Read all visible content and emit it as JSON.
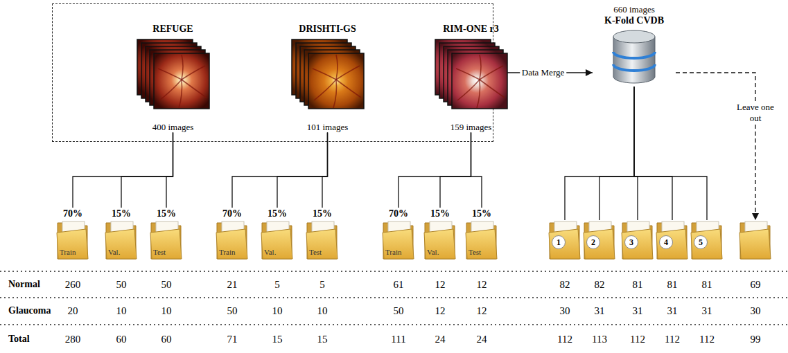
{
  "diagram": {
    "nodes": [
      {
        "text": []
      },
      {
        "text": [
          "REFUGE",
          "400 images"
        ],
        "in": 0
      },
      {
        "text": [
          "DRISHTI-GS",
          "101 images"
        ],
        "in": 0
      },
      {
        "text": [
          "RIM-ONE r3",
          "159 images"
        ],
        "in": 0
      },
      {
        "text": [
          "660 images",
          "K-Fold CVDB"
        ]
      },
      {
        "text": [
          "70%",
          "Train"
        ]
      },
      {
        "text": [
          "15%",
          "Val."
        ]
      },
      {
        "text": [
          "15%",
          "Test"
        ]
      },
      {
        "text": [
          "70%",
          "Train"
        ]
      },
      {
        "text": [
          "15%",
          "Val."
        ]
      },
      {
        "text": [
          "15%",
          "Test"
        ]
      },
      {
        "text": [
          "70%",
          "Train"
        ]
      },
      {
        "text": [
          "15%",
          "Val."
        ]
      },
      {
        "text": [
          "15%",
          "Test"
        ]
      },
      {
        "text": [
          "1"
        ]
      },
      {
        "text": [
          "2"
        ]
      },
      {
        "text": [
          "3"
        ]
      },
      {
        "text": [
          "4"
        ]
      },
      {
        "text": [
          "5"
        ]
      },
      {
        "text": []
      }
    ],
    "edges": [
      {
        "from": 0,
        "to": 4,
        "arrow": "to",
        "label": "Data Merge"
      },
      {
        "from": 1,
        "to": 5,
        "arrow": "none"
      },
      {
        "from": 1,
        "to": 6,
        "arrow": "none"
      },
      {
        "from": 1,
        "to": 7,
        "arrow": "none"
      },
      {
        "from": 2,
        "to": 8,
        "arrow": "none"
      },
      {
        "from": 2,
        "to": 9,
        "arrow": "none"
      },
      {
        "from": 2,
        "to": 10,
        "arrow": "none"
      },
      {
        "from": 3,
        "to": 11,
        "arrow": "none"
      },
      {
        "from": 3,
        "to": 12,
        "arrow": "none"
      },
      {
        "from": 3,
        "to": 13,
        "arrow": "none"
      },
      {
        "from": 4,
        "to": 14,
        "arrow": "none"
      },
      {
        "from": 4,
        "to": 15,
        "arrow": "none"
      },
      {
        "from": 4,
        "to": 16,
        "arrow": "none"
      },
      {
        "from": 4,
        "to": 17,
        "arrow": "none"
      },
      {
        "from": 4,
        "to": 18,
        "arrow": "none"
      },
      {
        "from": 4,
        "to": 19,
        "arrow": "to",
        "label": "Leave one out"
      }
    ],
    "labels": [
      "Normal",
      "260",
      "50",
      "50",
      "21",
      "5",
      "5",
      "61",
      "12",
      "12",
      "82",
      "82",
      "81",
      "81",
      "81",
      "69",
      "Glaucoma",
      "20",
      "10",
      "10",
      "50",
      "10",
      "10",
      "50",
      "12",
      "12",
      "30",
      "31",
      "31",
      "31",
      "31",
      "30",
      "Total",
      "280",
      "60",
      "60",
      "71",
      "15",
      "15",
      "111",
      "24",
      "24",
      "112",
      "113",
      "112",
      "112",
      "112",
      "99"
    ]
  }
}
